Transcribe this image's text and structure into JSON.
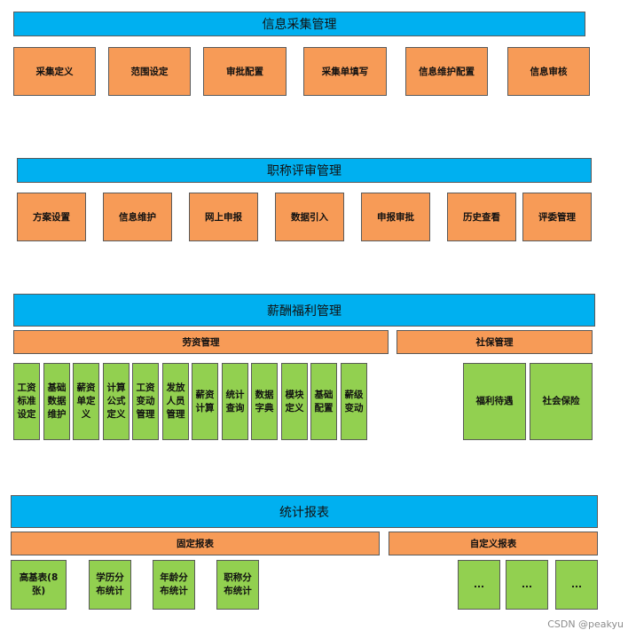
{
  "s1": {
    "title": "信息采集管理",
    "items": [
      "采集定义",
      "范围设定",
      "审批配置",
      "采集单填写",
      "信息维护配置",
      "信息审核"
    ]
  },
  "s2": {
    "title": "职称评审管理",
    "items": [
      "方案设置",
      "信息维护",
      "网上申报",
      "数据引入",
      "申报审批",
      "历史查看",
      "评委管理"
    ]
  },
  "s3": {
    "title": "薪酬福利管理",
    "sub1": "劳资管理",
    "sub2": "社保管理",
    "items": [
      "工资标准设定",
      "基础数据维护",
      "薪资单定义",
      "计算公式定义",
      "工资变动管理",
      "发放人员管理",
      "薪资计算",
      "统计查询",
      "数据字典",
      "模块定义",
      "基础配置",
      "薪级变动"
    ],
    "items2": [
      "福利待遇",
      "社会保险"
    ]
  },
  "s4": {
    "title": "统计报表",
    "sub1": "固定报表",
    "sub2": "自定义报表",
    "items": [
      "高基表(8张)",
      "学历分布统计",
      "年龄分布统计",
      "职称分布统计"
    ],
    "items2": [
      "...",
      "...",
      "..."
    ]
  },
  "credit": "CSDN @peakyu"
}
